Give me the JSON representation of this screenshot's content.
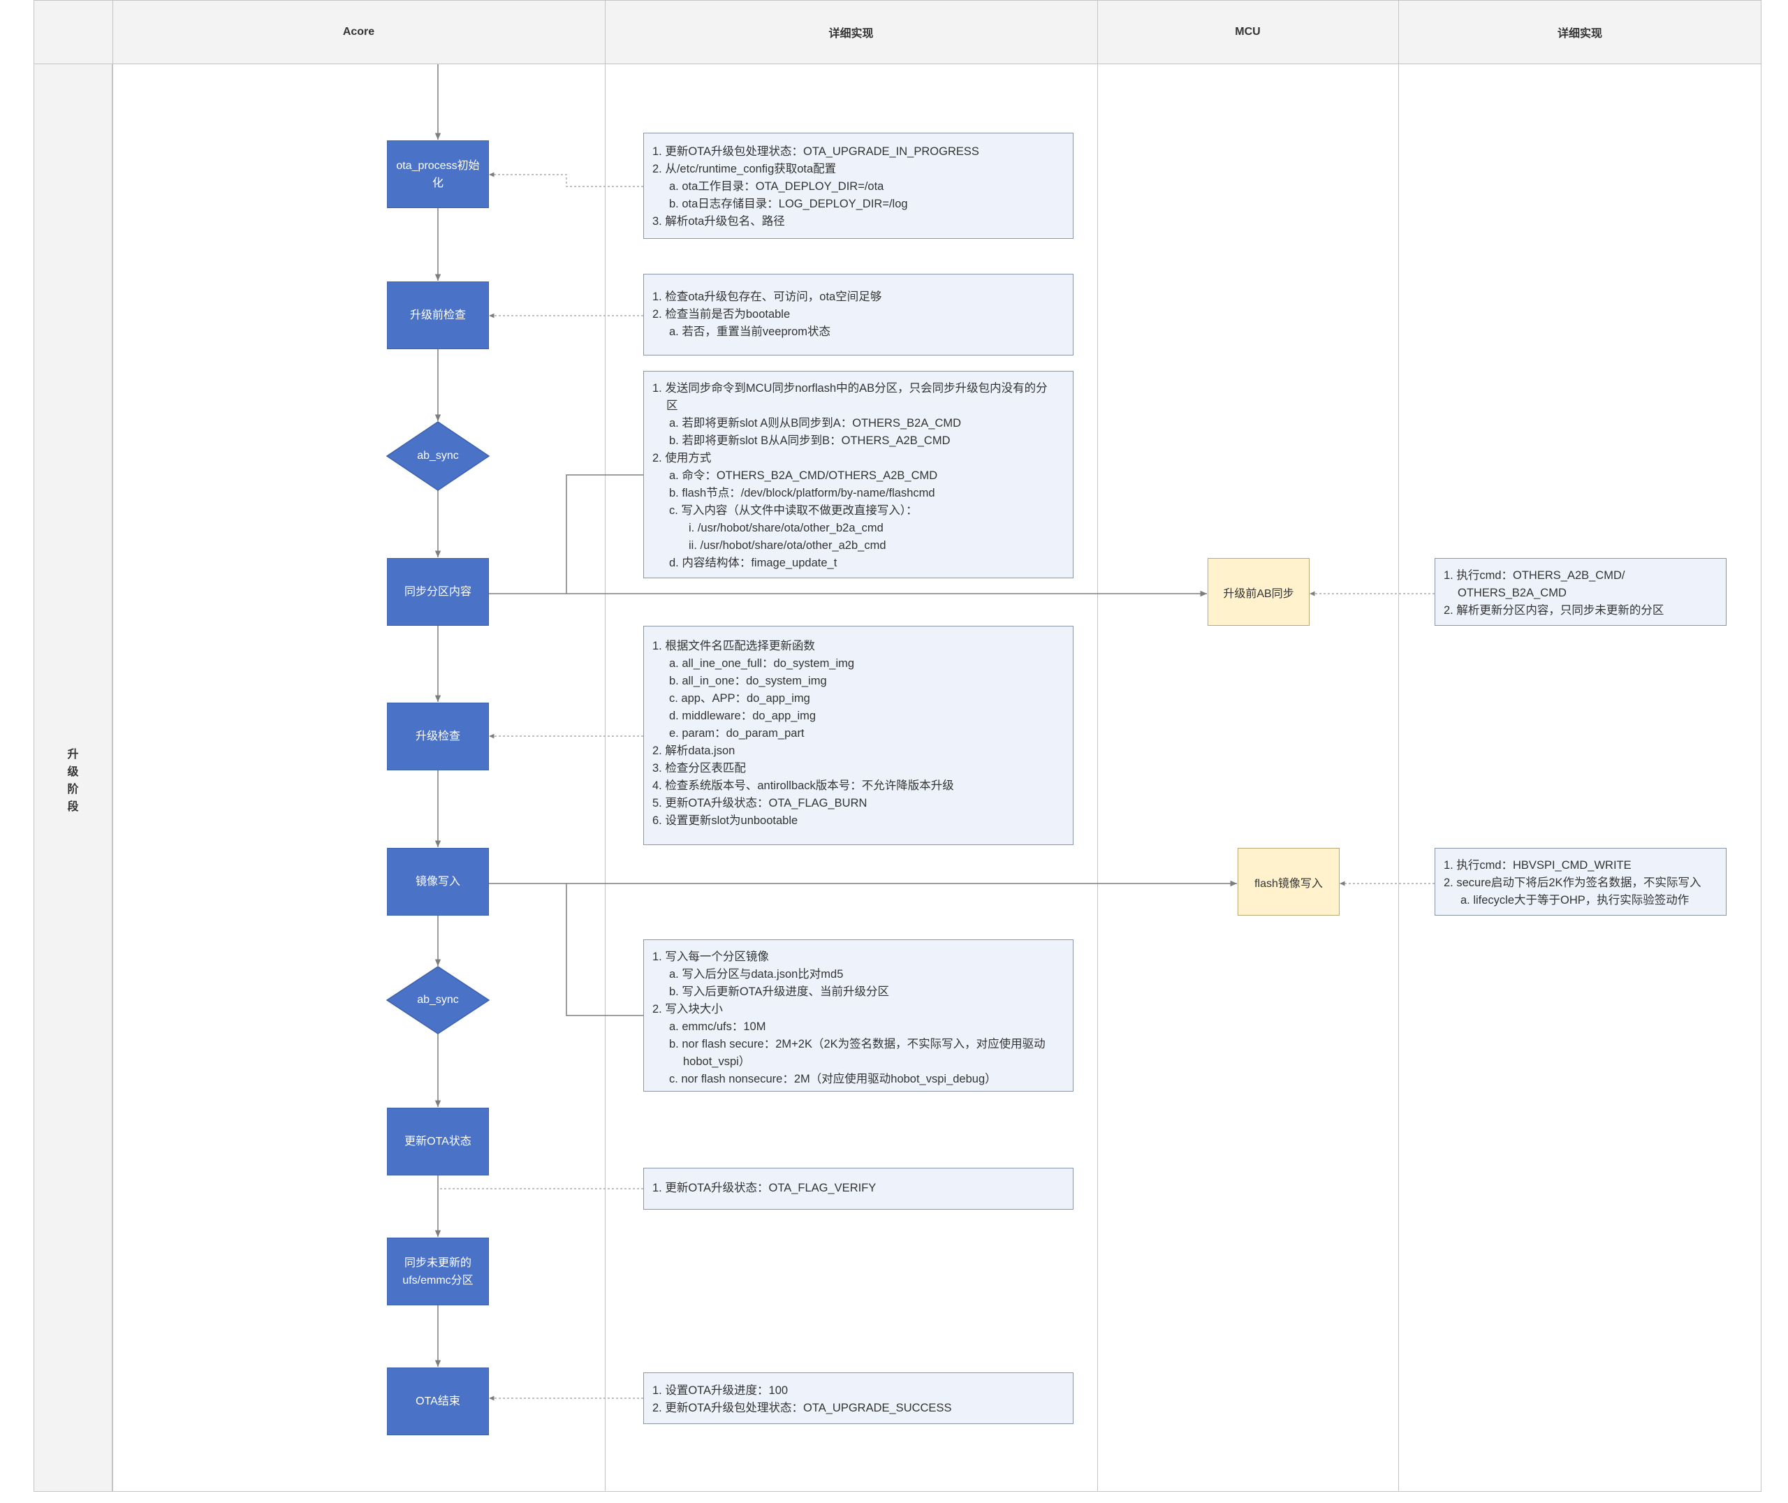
{
  "headers": {
    "acore": "Acore",
    "detail_1": "详细实现",
    "mcu": "MCU",
    "detail_2": "详细实现"
  },
  "stage": [
    "升",
    "级",
    "阶",
    "段"
  ],
  "acore_nodes": {
    "ota_init": "ota_process初始化",
    "pre_check": "升级前检查",
    "ab_sync_1": "ab_sync",
    "sync_partition": "同步分区内容",
    "upgrade_check": "升级检查",
    "image_write": "镜像写入",
    "ab_sync_2": "ab_sync",
    "update_status": "更新OTA状态",
    "sync_ufs": "同步未更新的ufs/emmc分区",
    "ota_end": "OTA结束"
  },
  "mcu_nodes": {
    "pre_ab_sync": "升级前AB同步",
    "flash_write": "flash镜像写入"
  },
  "notes": {
    "init": [
      "1. 更新OTA升级包处理状态：OTA_UPGRADE_IN_PROGRESS",
      "2. 从/etc/runtime_config获取ota配置",
      "a. ota工作目录：OTA_DEPLOY_DIR=/ota",
      "b. ota日志存储目录：LOG_DEPLOY_DIR=/log",
      "3. 解析ota升级包名、路径"
    ],
    "pre_check": [
      "1. 检查ota升级包存在、可访问，ota空间足够",
      "2. 检查当前是否为bootable",
      "a. 若否，重置当前veeprom状态"
    ],
    "sync": [
      "1. 发送同步命令到MCU同步norflash中的AB分区，只会同步升级包内没有的分",
      "区",
      "a. 若即将更新slot A则从B同步到A：OTHERS_B2A_CMD",
      "b. 若即将更新slot B从A同步到B：OTHERS_A2B_CMD",
      "2. 使用方式",
      "a. 命令：OTHERS_B2A_CMD/OTHERS_A2B_CMD",
      "b. flash节点：/dev/block/platform/by-name/flashcmd",
      "c. 写入内容（从文件中读取不做更改直接写入）：",
      "i. /usr/hobot/share/ota/other_b2a_cmd",
      "ii. /usr/hobot/share/ota/other_a2b_cmd",
      "d. 内容结构体：fimage_update_t"
    ],
    "upgrade_check": [
      "1. 根据文件名匹配选择更新函数",
      "a. all_ine_one_full：do_system_img",
      "b. all_in_one：do_system_img",
      "c. app、APP：do_app_img",
      "d. middleware：do_app_img",
      "e. param：do_param_part",
      "2. 解析data.json",
      "3. 检查分区表匹配",
      "4. 检查系统版本号、antirollback版本号：不允许降版本升级",
      "5. 更新OTA升级状态：OTA_FLAG_BURN",
      "6. 设置更新slot为unbootable"
    ],
    "image_write": [
      "1. 写入每一个分区镜像",
      "a. 写入后分区与data.json比对md5",
      "b. 写入后更新OTA升级进度、当前升级分区",
      "2. 写入块大小",
      "a. emmc/ufs：10M",
      "b. nor flash secure：2M+2K（2K为签名数据，不实际写入，对应使用驱动",
      "hobot_vspi）",
      "c. nor flash nonsecure：2M（对应使用驱动hobot_vspi_debug）"
    ],
    "verify": [
      "1. 更新OTA升级状态：OTA_FLAG_VERIFY"
    ],
    "end": [
      "1. 设置OTA升级进度：100",
      "2. 更新OTA升级包处理状态：OTA_UPGRADE_SUCCESS"
    ],
    "mcu_sync": [
      "1. 执行cmd：OTHERS_A2B_CMD/",
      "OTHERS_B2A_CMD",
      "2. 解析更新分区内容，只同步未更新的分区"
    ],
    "mcu_write": [
      "1. 执行cmd：HBVSPI_CMD_WRITE",
      "2. secure启动下将后2K作为签名数据，不实际写入",
      "a. lifecycle大于等于OHP，执行实际验签动作"
    ]
  },
  "colors": {
    "acore_node": "#4a72c7",
    "mcu_node": "#fff2cc",
    "note_fill": "#edf2fb",
    "header_fill": "#f3f3f3"
  }
}
